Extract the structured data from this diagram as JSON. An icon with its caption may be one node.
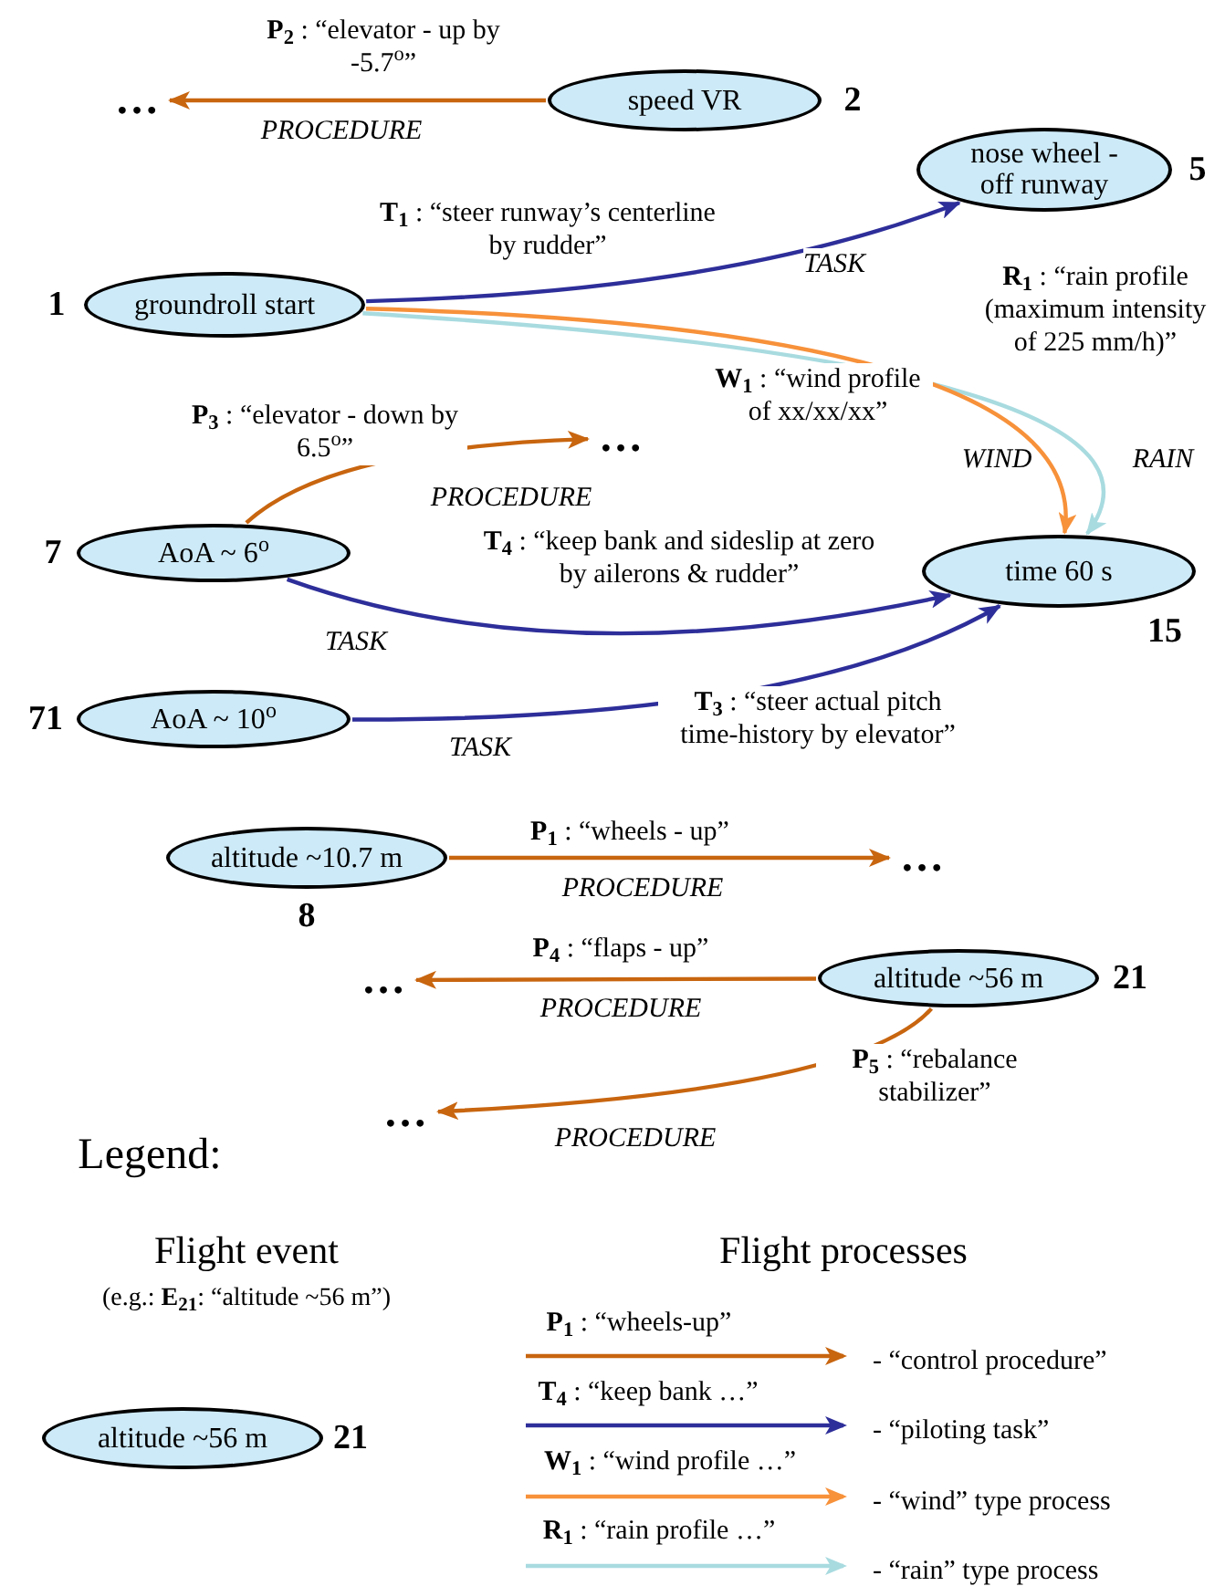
{
  "diagram": {
    "nodes": [
      {
        "text": [
          "speed VR"
        ],
        "beside": [
          "2"
        ]
      },
      {
        "text": [
          "…"
        ]
      },
      {
        "text": [
          "nose wheel - off runway"
        ],
        "beside": [
          "5"
        ]
      },
      {
        "text": [
          "groundroll start"
        ],
        "beside": [
          "1"
        ]
      },
      {
        "text": [
          "…"
        ]
      },
      {
        "text": [
          "AoA ~ 6$^{o}$"
        ],
        "beside": [
          "7"
        ]
      },
      {
        "text": [
          "time 60 s"
        ],
        "beside": [
          "15"
        ]
      },
      {
        "text": [
          "AoA ~ 10$^{o}$"
        ],
        "beside": [
          "71"
        ]
      },
      {
        "text": [
          "altitude ~10.7 m"
        ],
        "beside": [
          "8"
        ]
      },
      {
        "text": [
          "…"
        ]
      },
      {
        "text": [
          "…"
        ]
      },
      {
        "text": [
          "altitude ~56 m"
        ],
        "beside": [
          "21"
        ]
      },
      {
        "text": [
          "…"
        ]
      },
      {
        "text": [
          "altitude ~56 m"
        ],
        "beside": [
          "21"
        ]
      }
    ],
    "edges": [
      {
        "from": 0,
        "to": 1,
        "arrow": "to",
        "color": "#c8650f",
        "label": "**P**$_{2}$ : “elevator - up by -5.7$^{o}$”"
      },
      {
        "from": 3,
        "to": 2,
        "arrow": "to",
        "color": "#2e2e9a",
        "label": "**T**$_{1}$ : “steer runway’s centerline by rudder”"
      },
      {
        "from": 3,
        "to": 6,
        "arrow": "to",
        "color": "#a8dbe0",
        "label": "**R**$_{1}$ : “rain profile (maximum intensity of 225 mm/h)”"
      },
      {
        "from": 3,
        "to": 6,
        "arrow": "to",
        "color": "#f7913a",
        "label": "**W**$_{1}$ : “wind profile of xx/xx/xx”"
      },
      {
        "from": 5,
        "to": 4,
        "arrow": "to",
        "color": "#c8650f",
        "label": "**P**$_{3}$ : “elevator - down by 6.5$^{o}$”"
      },
      {
        "from": 5,
        "to": 6,
        "arrow": "to",
        "color": "#2e2e9a",
        "label": "**T**$_{4}$ : “keep bank and sideslip at zero by ailerons & rudder”"
      },
      {
        "from": 7,
        "to": 6,
        "arrow": "to",
        "color": "#2e2e9a",
        "label": "**T**$_{3}$ : “steer actual pitch time-history by elevator”"
      },
      {
        "from": 8,
        "to": 9,
        "arrow": "to",
        "color": "#c8650f",
        "label": "**P**$_{1}$ : “wheels - up”"
      },
      {
        "from": 11,
        "to": 10,
        "arrow": "to",
        "color": "#c8650f",
        "label": "**P**$_{4}$ : “flaps - up”"
      },
      {
        "from": 11,
        "to": 12,
        "arrow": "to",
        "color": "#c8650f",
        "label": "**P**$_{5}$ : “rebalance stabilizer”"
      }
    ],
    "labels": [
      "PROCEDURE",
      "TASK",
      "WIND",
      "RAIN",
      "PROCEDURE",
      "TASK",
      "TASK",
      "PROCEDURE",
      "PROCEDURE",
      "PROCEDURE",
      "Legend:",
      "Flight event",
      "Flight processes",
      "(e.g.: **E**$_{21}$: “altitude ~56 m”)",
      "**P**$_{1}$ : “wheels-up”",
      "**T**$_{4}$ : “keep bank …”",
      "**W**$_{1}$ : “wind profile …”",
      "**R**$_{1}$ : “rain profile …”"
    ],
    "legend": [
      {
        "text": "- “control procedure”",
        "color": "#c8650f"
      },
      {
        "text": "- “piloting task”",
        "color": "#2e2e9a"
      },
      {
        "text": "- “wind” type process",
        "color": "#f7913a"
      },
      {
        "text": "- “rain” type process",
        "color": "#a8dbe0"
      }
    ]
  }
}
